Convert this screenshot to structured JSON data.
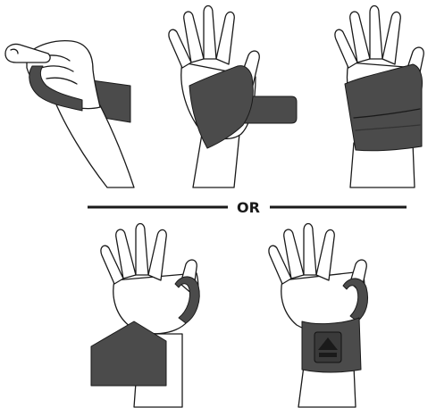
{
  "divider": {
    "label": "OR"
  },
  "colors": {
    "wrap": "#4b4b4b",
    "line": "#1a1a1a",
    "skin": "#ffffff",
    "logo": "#222222"
  },
  "steps": [
    {
      "name": "step-1-thumb-loop"
    },
    {
      "name": "step-2-wrap-palm"
    },
    {
      "name": "step-3-wrap-secured"
    },
    {
      "name": "alt-step-1-thumb-loop"
    },
    {
      "name": "alt-step-2-wrap-secured"
    }
  ]
}
